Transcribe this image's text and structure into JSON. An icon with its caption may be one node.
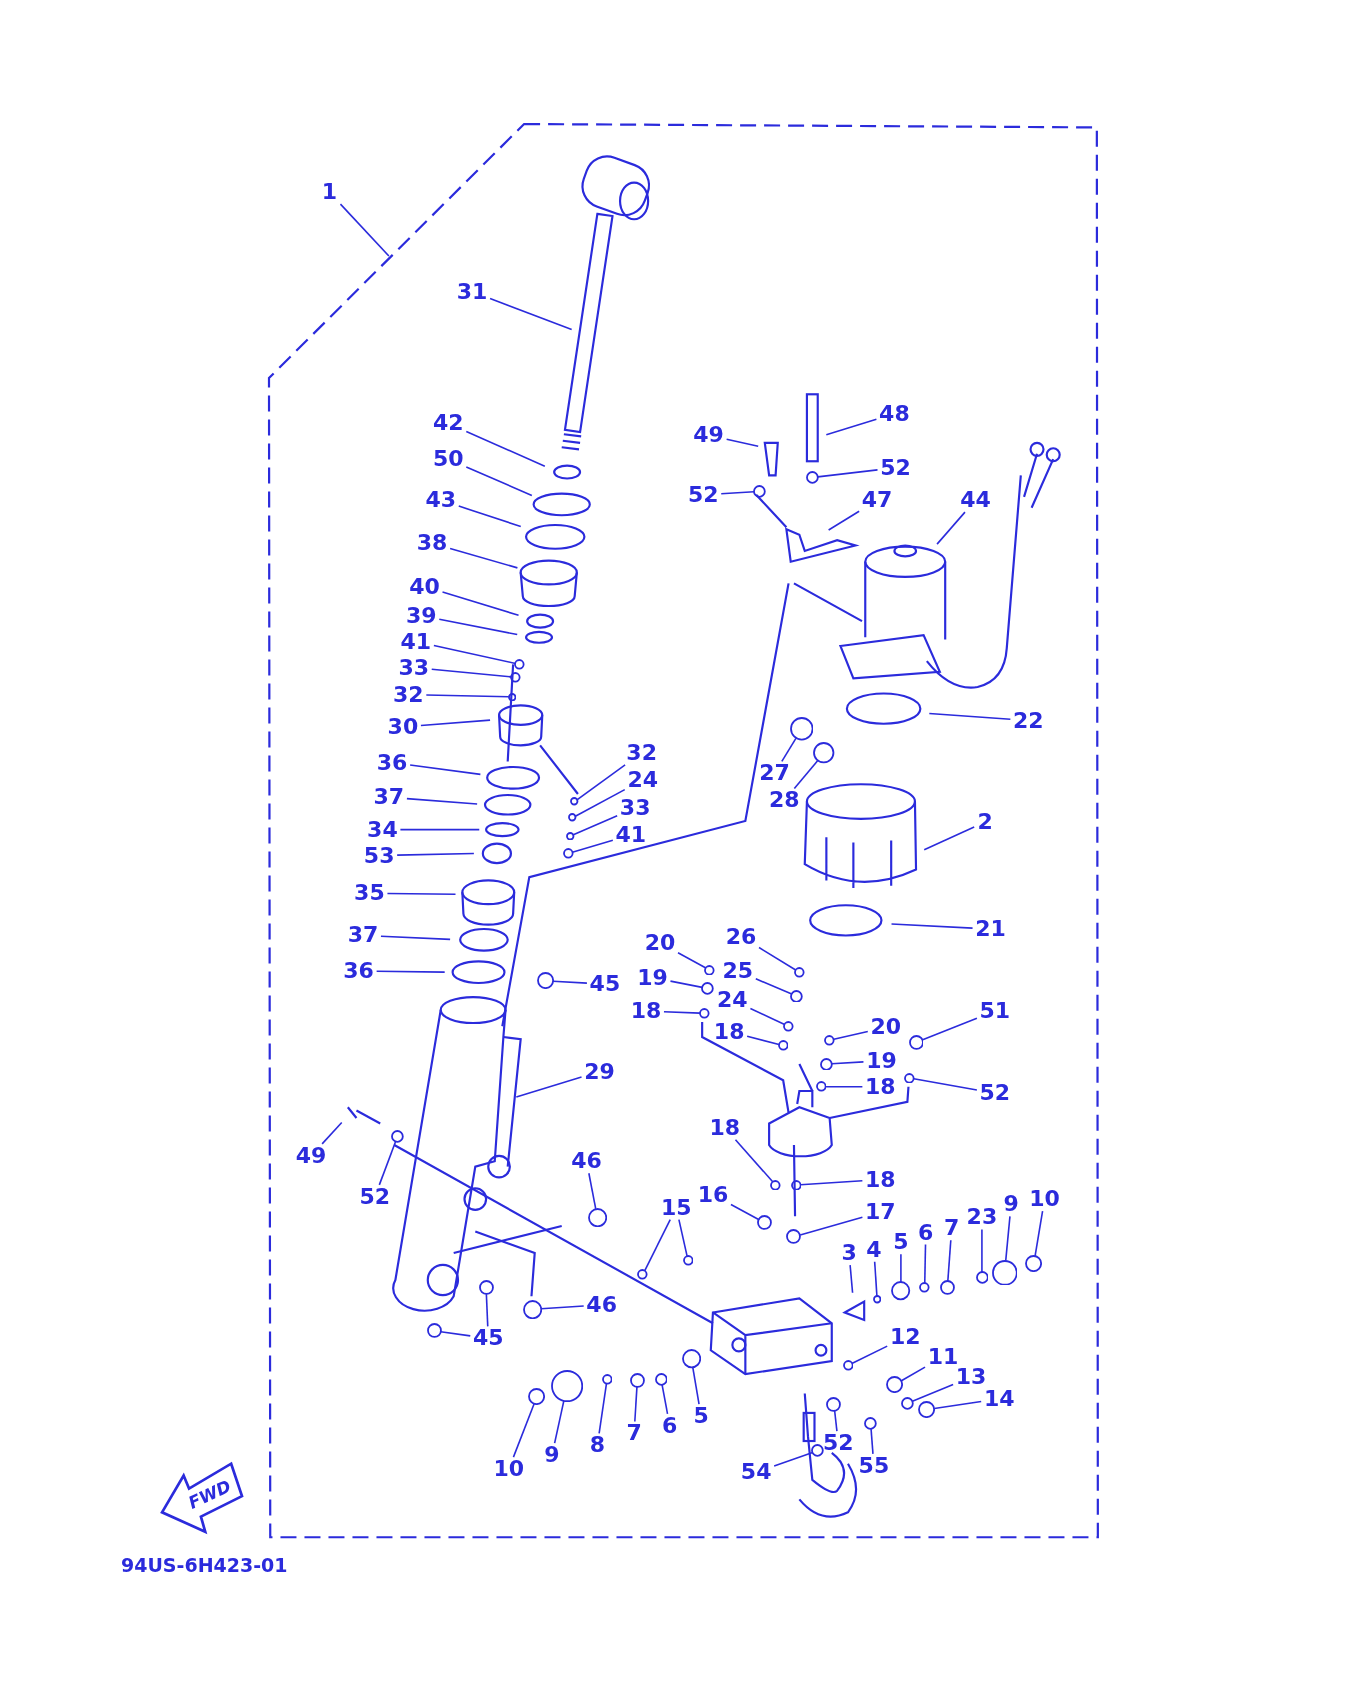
{
  "diagram": {
    "nodes": [
      {
        "text": [],
        "shape": "box"
      },
      {
        "text": [
          "1"
        ]
      },
      {
        "text": [
          "31"
        ],
        "in": 0
      },
      {
        "text": [
          "42"
        ],
        "in": 0
      },
      {
        "text": [
          "48"
        ],
        "in": 0
      },
      {
        "text": [
          "49"
        ],
        "in": 0
      },
      {
        "text": [
          "50"
        ],
        "in": 0
      },
      {
        "text": [
          "52"
        ],
        "in": 0
      },
      {
        "text": [
          "52"
        ],
        "in": 0
      },
      {
        "text": [
          "43"
        ],
        "in": 0
      },
      {
        "text": [
          "47"
        ],
        "in": 0
      },
      {
        "text": [
          "44"
        ],
        "in": 0
      },
      {
        "text": [
          "38"
        ],
        "in": 0
      },
      {
        "text": [
          "40"
        ],
        "in": 0
      },
      {
        "text": [
          "39"
        ],
        "in": 0
      },
      {
        "text": [
          "41"
        ],
        "in": 0
      },
      {
        "text": [
          "33"
        ],
        "in": 0
      },
      {
        "text": [
          "32"
        ],
        "in": 0
      },
      {
        "text": [
          "22"
        ],
        "in": 0
      },
      {
        "text": [
          "30"
        ],
        "in": 0
      },
      {
        "text": [
          "32"
        ],
        "in": 0
      },
      {
        "text": [
          "36"
        ],
        "in": 0
      },
      {
        "text": [
          "27"
        ],
        "in": 0
      },
      {
        "text": [
          "24"
        ],
        "in": 0
      },
      {
        "text": [
          "37"
        ],
        "in": 0
      },
      {
        "text": [
          "28"
        ],
        "in": 0
      },
      {
        "text": [
          "33"
        ],
        "in": 0
      },
      {
        "text": [
          "2"
        ],
        "in": 0
      },
      {
        "text": [
          "34"
        ],
        "in": 0
      },
      {
        "text": [
          "41"
        ],
        "in": 0
      },
      {
        "text": [
          "53"
        ],
        "in": 0
      },
      {
        "text": [
          "35"
        ],
        "in": 0
      },
      {
        "text": [
          "21"
        ],
        "in": 0
      },
      {
        "text": [
          "37"
        ],
        "in": 0
      },
      {
        "text": [
          "26"
        ],
        "in": 0
      },
      {
        "text": [
          "20"
        ],
        "in": 0
      },
      {
        "text": [
          "36"
        ],
        "in": 0
      },
      {
        "text": [
          "25"
        ],
        "in": 0
      },
      {
        "text": [
          "19"
        ],
        "in": 0
      },
      {
        "text": [
          "45"
        ],
        "in": 0
      },
      {
        "text": [
          "24"
        ],
        "in": 0
      },
      {
        "text": [
          "51"
        ],
        "in": 0
      },
      {
        "text": [
          "18"
        ],
        "in": 0
      },
      {
        "text": [
          "20"
        ],
        "in": 0
      },
      {
        "text": [
          "18"
        ],
        "in": 0
      },
      {
        "text": [
          "19"
        ],
        "in": 0
      },
      {
        "text": [
          "29"
        ],
        "in": 0
      },
      {
        "text": [
          "18"
        ],
        "in": 0
      },
      {
        "text": [
          "52"
        ],
        "in": 0
      },
      {
        "text": [
          "18"
        ],
        "in": 0
      },
      {
        "text": [
          "49"
        ],
        "in": 0
      },
      {
        "text": [
          "46"
        ],
        "in": 0
      },
      {
        "text": [
          "18"
        ],
        "in": 0
      },
      {
        "text": [
          "16"
        ],
        "in": 0
      },
      {
        "text": [
          "52"
        ],
        "in": 0
      },
      {
        "text": [
          "10"
        ],
        "in": 0
      },
      {
        "text": [
          "9"
        ],
        "in": 0
      },
      {
        "text": [
          "15"
        ],
        "in": 0
      },
      {
        "text": [
          "17"
        ],
        "in": 0
      },
      {
        "text": [
          "23"
        ],
        "in": 0
      },
      {
        "text": [
          "7"
        ],
        "in": 0
      },
      {
        "text": [
          "6"
        ],
        "in": 0
      },
      {
        "text": [
          "5"
        ],
        "in": 0
      },
      {
        "text": [
          "4"
        ],
        "in": 0
      },
      {
        "text": [
          "3"
        ],
        "in": 0
      },
      {
        "text": [
          "46"
        ],
        "in": 0
      },
      {
        "text": [
          "12"
        ],
        "in": 0
      },
      {
        "text": [
          "45"
        ],
        "in": 0
      },
      {
        "text": [
          "11"
        ],
        "in": 0
      },
      {
        "text": [
          "13"
        ],
        "in": 0
      },
      {
        "text": [
          "14"
        ],
        "in": 0
      },
      {
        "text": [
          "5"
        ],
        "in": 0
      },
      {
        "text": [
          "6"
        ],
        "in": 0
      },
      {
        "text": [
          "7"
        ],
        "in": 0
      },
      {
        "text": [
          "52"
        ],
        "in": 0
      },
      {
        "text": [
          "8"
        ],
        "in": 0
      },
      {
        "text": [
          "9"
        ],
        "in": 0
      },
      {
        "text": [
          "10"
        ],
        "in": 0
      },
      {
        "text": [
          "55"
        ],
        "in": 0
      },
      {
        "text": [
          "54"
        ],
        "in": 0
      },
      {
        "text": [],
        "shape": "circle",
        "in": 0
      },
      {
        "text": [],
        "shape": "circle",
        "in": 0
      },
      {
        "text": [],
        "shape": "circle",
        "in": 0
      },
      {
        "text": [],
        "shape": "circle",
        "in": 0
      },
      {
        "text": [],
        "shape": "circle",
        "in": 0
      },
      {
        "text": [],
        "shape": "circle",
        "in": 0
      },
      {
        "text": [],
        "shape": "circle",
        "in": 0
      },
      {
        "text": [],
        "shape": "circle",
        "in": 0
      },
      {
        "text": [],
        "shape": "circle",
        "in": 0
      },
      {
        "text": [],
        "shape": "circle",
        "in": 0
      },
      {
        "text": [],
        "shape": "circle",
        "in": 0
      },
      {
        "text": [],
        "shape": "circle",
        "in": 0
      },
      {
        "text": [],
        "shape": "circle",
        "in": 0
      },
      {
        "text": [],
        "shape": "circle",
        "in": 0
      },
      {
        "text": [],
        "shape": "circle",
        "in": 0
      },
      {
        "text": [],
        "shape": "circle",
        "in": 0
      },
      {
        "text": [],
        "shape": "circle",
        "in": 0
      },
      {
        "text": [],
        "shape": "circle",
        "in": 0
      },
      {
        "text": [],
        "shape": "circle",
        "in": 0
      },
      {
        "text": [],
        "shape": "circle",
        "in": 0
      },
      {
        "text": [],
        "shape": "circle",
        "in": 0
      },
      {
        "text": [],
        "shape": "circle",
        "in": 0
      },
      {
        "text": [],
        "shape": "circle",
        "in": 0
      },
      {
        "text": [],
        "shape": "circle",
        "in": 0
      },
      {
        "text": [],
        "shape": "circle",
        "in": 0
      },
      {
        "text": [],
        "shape": "circle",
        "in": 0
      },
      {
        "text": [],
        "shape": "circle",
        "in": 0
      },
      {
        "text": [],
        "shape": "circle",
        "in": 0
      },
      {
        "text": [],
        "shape": "circle",
        "in": 0
      },
      {
        "text": [],
        "shape": "circle",
        "in": 0
      },
      {
        "text": [],
        "shape": "circle",
        "in": 0
      },
      {
        "text": [],
        "shape": "circle",
        "in": 0
      },
      {
        "text": [],
        "shape": "circle",
        "in": 0
      },
      {
        "text": [],
        "shape": "circle",
        "in": 0
      },
      {
        "text": [],
        "shape": "circle",
        "in": 0
      },
      {
        "text": [],
        "shape": "circle",
        "in": 0
      },
      {
        "text": [],
        "shape": "circle",
        "in": 0
      },
      {
        "text": [],
        "shape": "circle",
        "in": 0
      },
      {
        "text": [],
        "shape": "circle",
        "in": 0
      },
      {
        "text": [],
        "shape": "circle",
        "in": 0
      },
      {
        "text": [],
        "shape": "circle",
        "in": 0
      },
      {
        "text": [],
        "shape": "circle",
        "in": 0
      },
      {
        "text": [],
        "shape": "circle",
        "in": 0
      },
      {
        "text": [],
        "shape": "circle",
        "in": 0
      },
      {
        "text": [],
        "shape": "circle",
        "in": 0
      },
      {
        "text": [],
        "shape": "circle",
        "in": 0
      },
      {
        "text": [],
        "shape": "circle",
        "in": 0
      },
      {
        "text": [],
        "shape": "circle",
        "in": 0
      },
      {
        "text": [],
        "shape": "circle",
        "in": 0
      },
      {
        "text": [],
        "shape": "circle",
        "in": 0
      },
      {
        "text": [],
        "shape": "circle",
        "in": 0
      },
      {
        "text": [],
        "shape": "circle",
        "in": 0
      },
      {
        "text": [],
        "shape": "circle",
        "in": 0
      },
      {
        "text": [],
        "shape": "circle",
        "in": 0
      },
      {
        "text": [],
        "shape": "circle",
        "in": 0
      }
    ],
    "edges": [
      {
        "from": 1,
        "to": 0,
        "arrow": "none"
      },
      {
        "from": 2,
        "to": null,
        "arrow": "none"
      },
      {
        "from": 3,
        "to": null,
        "arrow": "none"
      },
      {
        "from": 4,
        "to": null,
        "arrow": "none"
      },
      {
        "from": 5,
        "to": null,
        "arrow": "none"
      },
      {
        "from": 6,
        "to": null,
        "arrow": "none"
      },
      {
        "from": 7,
        "to": 80,
        "arrow": "none"
      },
      {
        "from": 8,
        "to": 81,
        "arrow": "none"
      },
      {
        "from": 9,
        "to": null,
        "arrow": "none"
      },
      {
        "from": 10,
        "to": null,
        "arrow": "none"
      },
      {
        "from": 11,
        "to": null,
        "arrow": "none"
      },
      {
        "from": 12,
        "to": null,
        "arrow": "none"
      },
      {
        "from": 13,
        "to": null,
        "arrow": "none"
      },
      {
        "from": 14,
        "to": null,
        "arrow": "none"
      },
      {
        "from": 15,
        "to": 134,
        "arrow": "none"
      },
      {
        "from": 16,
        "to": 129,
        "arrow": "none"
      },
      {
        "from": 17,
        "to": 82,
        "arrow": "none"
      },
      {
        "from": 18,
        "to": null,
        "arrow": "none"
      },
      {
        "from": 19,
        "to": null,
        "arrow": "none"
      },
      {
        "from": 20,
        "to": 83,
        "arrow": "none"
      },
      {
        "from": 21,
        "to": null,
        "arrow": "none"
      },
      {
        "from": 22,
        "to": 84,
        "arrow": "none"
      },
      {
        "from": 23,
        "to": 85,
        "arrow": "none"
      },
      {
        "from": 24,
        "to": null,
        "arrow": "none"
      },
      {
        "from": 25,
        "to": 86,
        "arrow": "none"
      },
      {
        "from": 26,
        "to": 87,
        "arrow": "none"
      },
      {
        "from": 27,
        "to": null,
        "arrow": "none"
      },
      {
        "from": 28,
        "to": null,
        "arrow": "none"
      },
      {
        "from": 29,
        "to": 88,
        "arrow": "none"
      },
      {
        "from": 30,
        "to": null,
        "arrow": "none"
      },
      {
        "from": 31,
        "to": null,
        "arrow": "none"
      },
      {
        "from": 32,
        "to": null,
        "arrow": "none"
      },
      {
        "from": 33,
        "to": null,
        "arrow": "none"
      },
      {
        "from": 34,
        "to": 89,
        "arrow": "none"
      },
      {
        "from": 35,
        "to": 90,
        "arrow": "none"
      },
      {
        "from": 36,
        "to": null,
        "arrow": "none"
      },
      {
        "from": 37,
        "to": 91,
        "arrow": "none"
      },
      {
        "from": 38,
        "to": 92,
        "arrow": "none"
      },
      {
        "from": 39,
        "to": 93,
        "arrow": "none"
      },
      {
        "from": 40,
        "to": 94,
        "arrow": "none"
      },
      {
        "from": 41,
        "to": 95,
        "arrow": "none"
      },
      {
        "from": 42,
        "to": 96,
        "arrow": "none"
      },
      {
        "from": 43,
        "to": 97,
        "arrow": "none"
      },
      {
        "from": 44,
        "to": 98,
        "arrow": "none"
      },
      {
        "from": 45,
        "to": 99,
        "arrow": "none"
      },
      {
        "from": 46,
        "to": null,
        "arrow": "none"
      },
      {
        "from": 47,
        "to": 100,
        "arrow": "none"
      },
      {
        "from": 48,
        "to": 101,
        "arrow": "none"
      },
      {
        "from": 49,
        "to": 102,
        "arrow": "none"
      },
      {
        "from": 50,
        "to": null,
        "arrow": "none"
      },
      {
        "from": 51,
        "to": 103,
        "arrow": "none"
      },
      {
        "from": 52,
        "to": 104,
        "arrow": "none"
      },
      {
        "from": 53,
        "to": 105,
        "arrow": "none"
      },
      {
        "from": 54,
        "to": 106,
        "arrow": "none"
      },
      {
        "from": 55,
        "to": 107,
        "arrow": "none"
      },
      {
        "from": 56,
        "to": 108,
        "arrow": "none"
      },
      {
        "from": 57,
        "to": 109,
        "arrow": "none"
      },
      {
        "from": 58,
        "to": 110,
        "arrow": "none"
      },
      {
        "from": 59,
        "to": 130,
        "arrow": "none"
      },
      {
        "from": 60,
        "to": 111,
        "arrow": "none"
      },
      {
        "from": 61,
        "to": 112,
        "arrow": "none"
      },
      {
        "from": 62,
        "to": 113,
        "arrow": "none"
      },
      {
        "from": 63,
        "to": 114,
        "arrow": "none"
      },
      {
        "from": 64,
        "to": null,
        "arrow": "none"
      },
      {
        "from": 65,
        "to": 115,
        "arrow": "none"
      },
      {
        "from": 66,
        "to": 116,
        "arrow": "none"
      },
      {
        "from": 67,
        "to": 117,
        "arrow": "none"
      },
      {
        "from": 68,
        "to": 131,
        "arrow": "none"
      },
      {
        "from": 69,
        "to": 118,
        "arrow": "none"
      },
      {
        "from": 70,
        "to": 119,
        "arrow": "none"
      },
      {
        "from": 71,
        "to": 120,
        "arrow": "none"
      },
      {
        "from": 72,
        "to": 121,
        "arrow": "none"
      },
      {
        "from": 73,
        "to": 122,
        "arrow": "none"
      },
      {
        "from": 74,
        "to": 123,
        "arrow": "none"
      },
      {
        "from": 75,
        "to": 132,
        "arrow": "none"
      },
      {
        "from": 76,
        "to": 124,
        "arrow": "none"
      },
      {
        "from": 77,
        "to": 125,
        "arrow": "none"
      },
      {
        "from": 78,
        "to": 133,
        "arrow": "none"
      },
      {
        "from": 79,
        "to": 126,
        "arrow": "none"
      },
      {
        "from": 67,
        "to": 127,
        "arrow": "none"
      },
      {
        "from": 57,
        "to": 128,
        "arrow": "none"
      }
    ],
    "labels": [
      "FWD",
      "94US-6H423-01"
    ]
  }
}
